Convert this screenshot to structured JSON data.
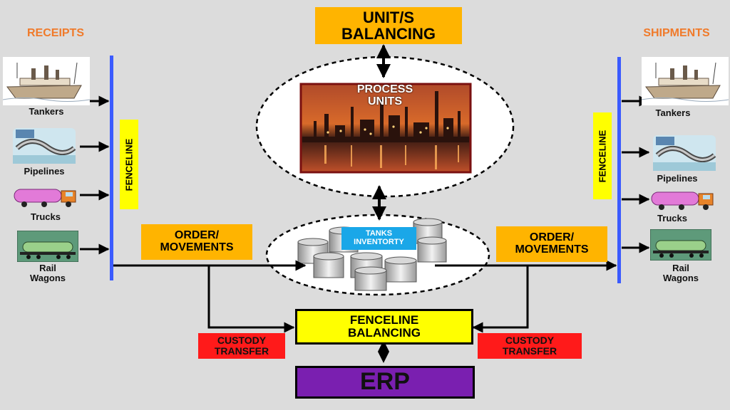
{
  "receipts_title": "RECEIPTS",
  "shipments_title": "SHIPMENTS",
  "units_balancing": {
    "line1": "UNIT/S",
    "line2": "BALANCING"
  },
  "process_units": {
    "line1": "PROCESS",
    "line2": "UNITS"
  },
  "tanks_inventory": {
    "line1": "TANKS",
    "line2": "INVENTORTY"
  },
  "fenceline_label": "FENCELINE",
  "order_movements": {
    "line1": "ORDER/",
    "line2": "MOVEMENTS"
  },
  "fenceline_balancing": {
    "line1": "FENCELINE",
    "line2": "BALANCING"
  },
  "custody_transfer": {
    "line1": "CUSTODY",
    "line2": "TRANSFER"
  },
  "erp": "ERP",
  "receipts": [
    {
      "label": "Tankers",
      "icon": "ship-icon"
    },
    {
      "label": "Pipelines",
      "icon": "pipeline-icon"
    },
    {
      "label": "Trucks",
      "icon": "truck-icon"
    },
    {
      "label": "Rail Wagons",
      "line1": "Rail",
      "line2": "Wagons",
      "icon": "rail-wagon-icon"
    }
  ],
  "shipments": [
    {
      "label": "Tankers",
      "icon": "ship-icon"
    },
    {
      "label": "Pipelines",
      "icon": "pipeline-icon"
    },
    {
      "label": "Trucks",
      "icon": "truck-icon"
    },
    {
      "label": "Rail Wagons",
      "line1": "Rail",
      "line2": "Wagons",
      "icon": "rail-wagon-icon"
    }
  ],
  "colors": {
    "background": "#dcdcdc",
    "orange_title": "#f07a2a",
    "orange_box": "#ffb400",
    "fenceline_yellow": "#ffff00",
    "fenceline_bar": "#3b5bff",
    "custody_red": "#ff1a1a",
    "erp_purple": "#7a1fb0",
    "tanks_label_blue": "#1aa7e8"
  }
}
